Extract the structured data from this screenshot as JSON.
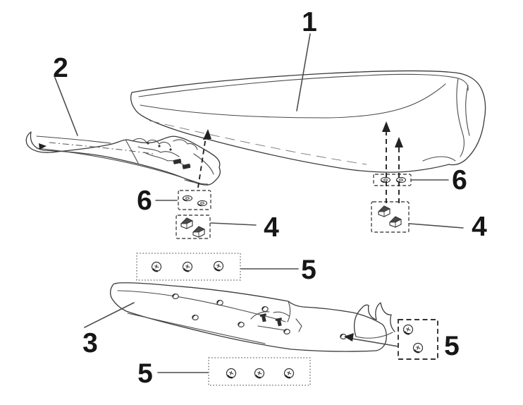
{
  "colors": {
    "background": "#ffffff",
    "line_art": "#3a3a3a",
    "label_text": "#161616"
  },
  "callouts": {
    "seat": "1",
    "seat_bracket": "2",
    "seat_rail": "3",
    "clip_nuts_left": "4",
    "clip_nuts_right": "4",
    "screws_top": "5",
    "screws_bottom": "5",
    "screws_right": "5",
    "washers_left": "6",
    "washers_right": "6"
  }
}
